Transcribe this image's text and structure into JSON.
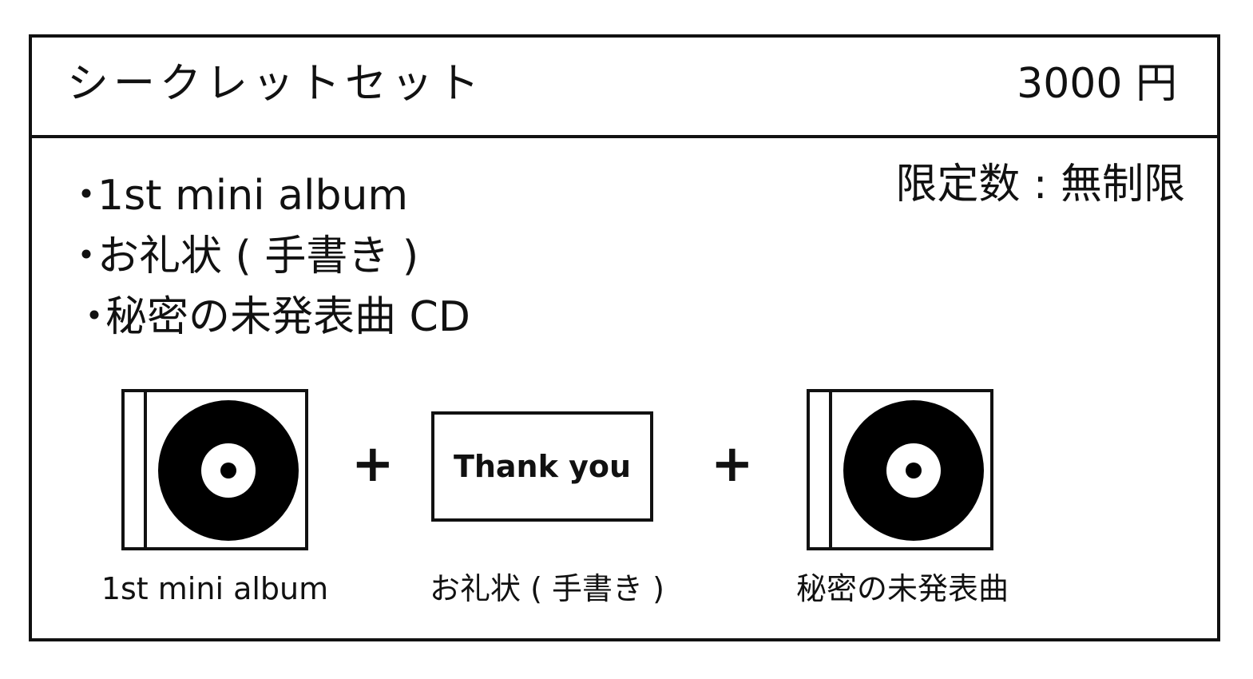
{
  "header": {
    "title": "シークレットセット",
    "price": "3000 円"
  },
  "limit": "限定数 : 無制限",
  "bullet": "・",
  "items": [
    {
      "label": "1st mini album"
    },
    {
      "label": "お礼状 ( 手書き )"
    },
    {
      "label": "秘密の未発表曲 CD"
    }
  ],
  "illustration": {
    "plus_symbol": "+",
    "thank_you_text": "Thank you",
    "captions": [
      "1st mini album",
      "お礼状 ( 手書き )",
      "秘密の未発表曲"
    ]
  }
}
